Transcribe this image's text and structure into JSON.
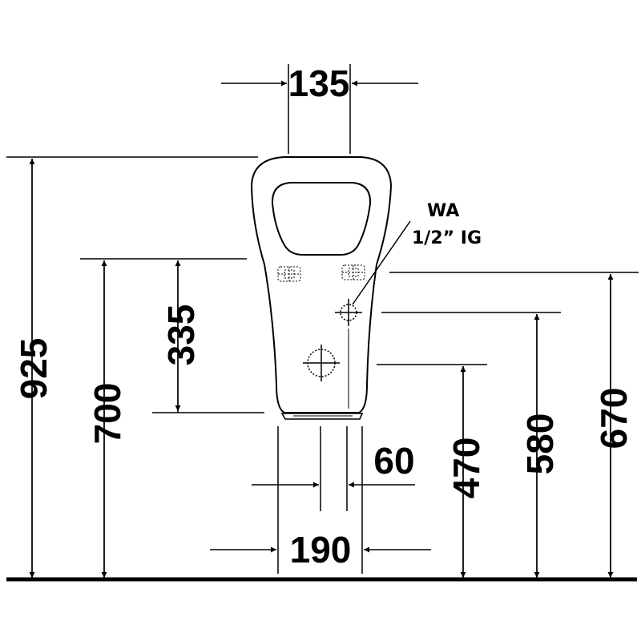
{
  "drawing": {
    "dimensions": {
      "top_width": "135",
      "overall_height": "925",
      "rim_height": "700",
      "inner_height": "335",
      "inlet_height": "670",
      "outlet_upper": "580",
      "outlet_lower": "470",
      "outlet_width": "60",
      "base_width": "190"
    },
    "note": {
      "line1": "WA",
      "line2": "1/2” IG"
    },
    "colors": {
      "line": "#000000",
      "background": "#ffffff"
    }
  }
}
